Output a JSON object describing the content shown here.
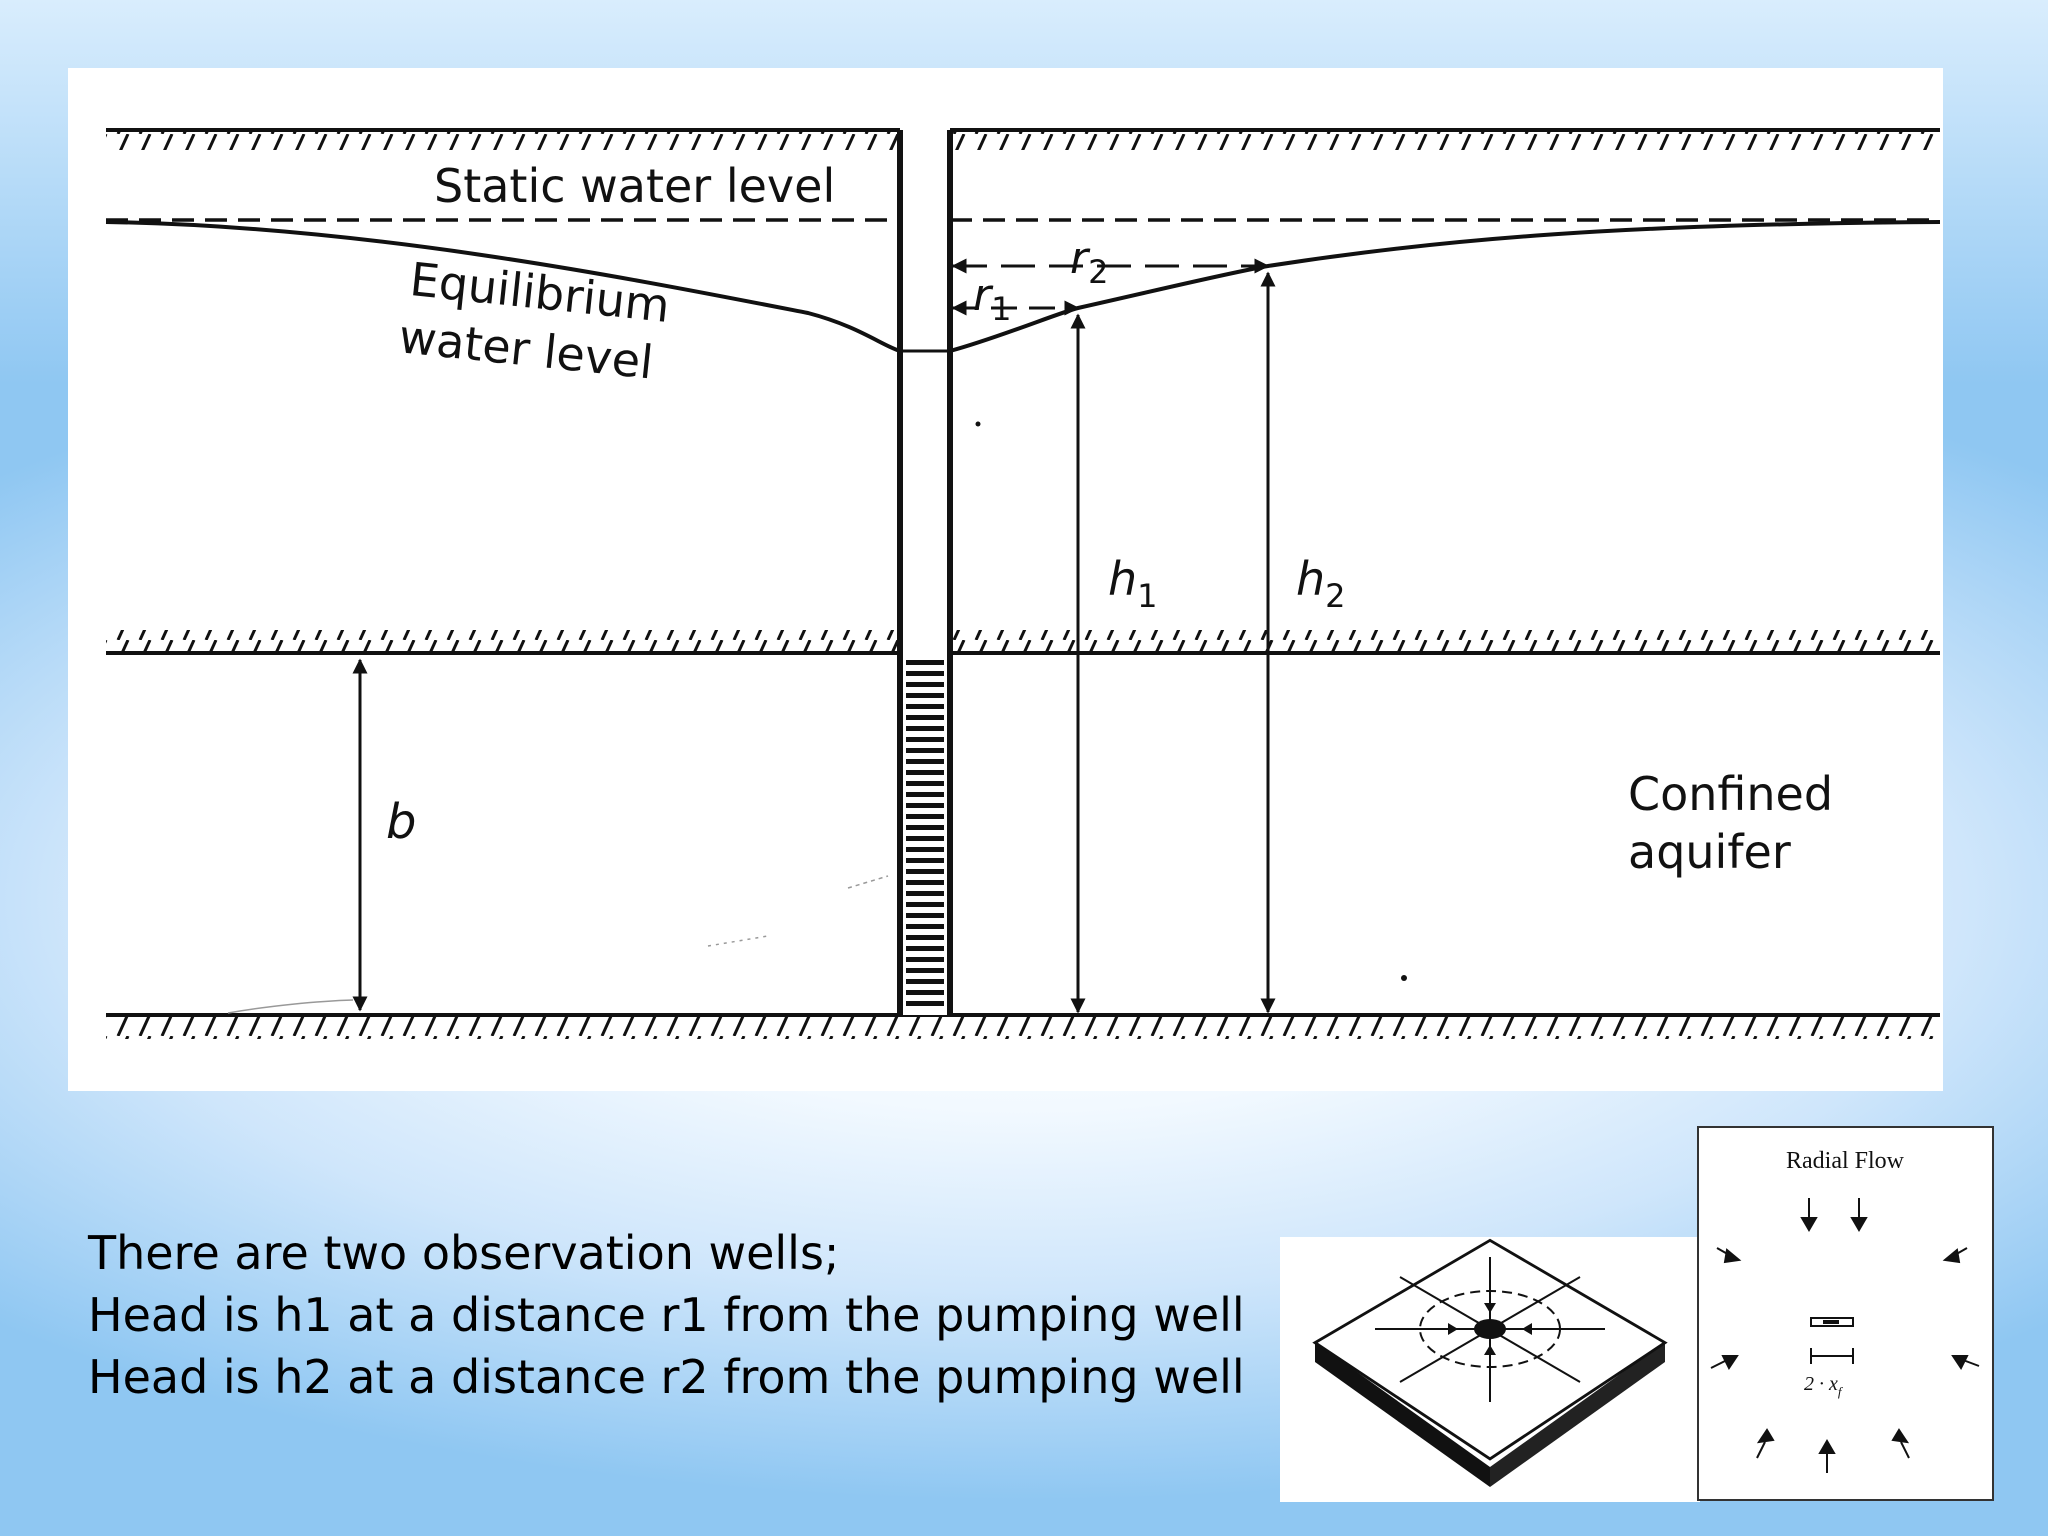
{
  "diagram": {
    "static_label": "Static water level",
    "equilibrium_line1": "Equilibrium",
    "equilibrium_line2": "water level",
    "r2_label": "r",
    "r2_sub": "2",
    "r1_label": "r",
    "r1_sub": "1",
    "h1_label": "h",
    "h1_sub": "1",
    "h2_label": "h",
    "h2_sub": "2",
    "b_label": "b",
    "aquifer_line1": "Confined",
    "aquifer_line2": "aquifer"
  },
  "body": {
    "line1": "There are two observation wells;",
    "line2": "Head is h1 at a distance r1 from the pumping well",
    "line3": "Head is h2 at a distance r2 from the pumping well"
  },
  "radial": {
    "title": "Radial Flow",
    "xf_label": "2 · x",
    "xf_sub": "f"
  }
}
